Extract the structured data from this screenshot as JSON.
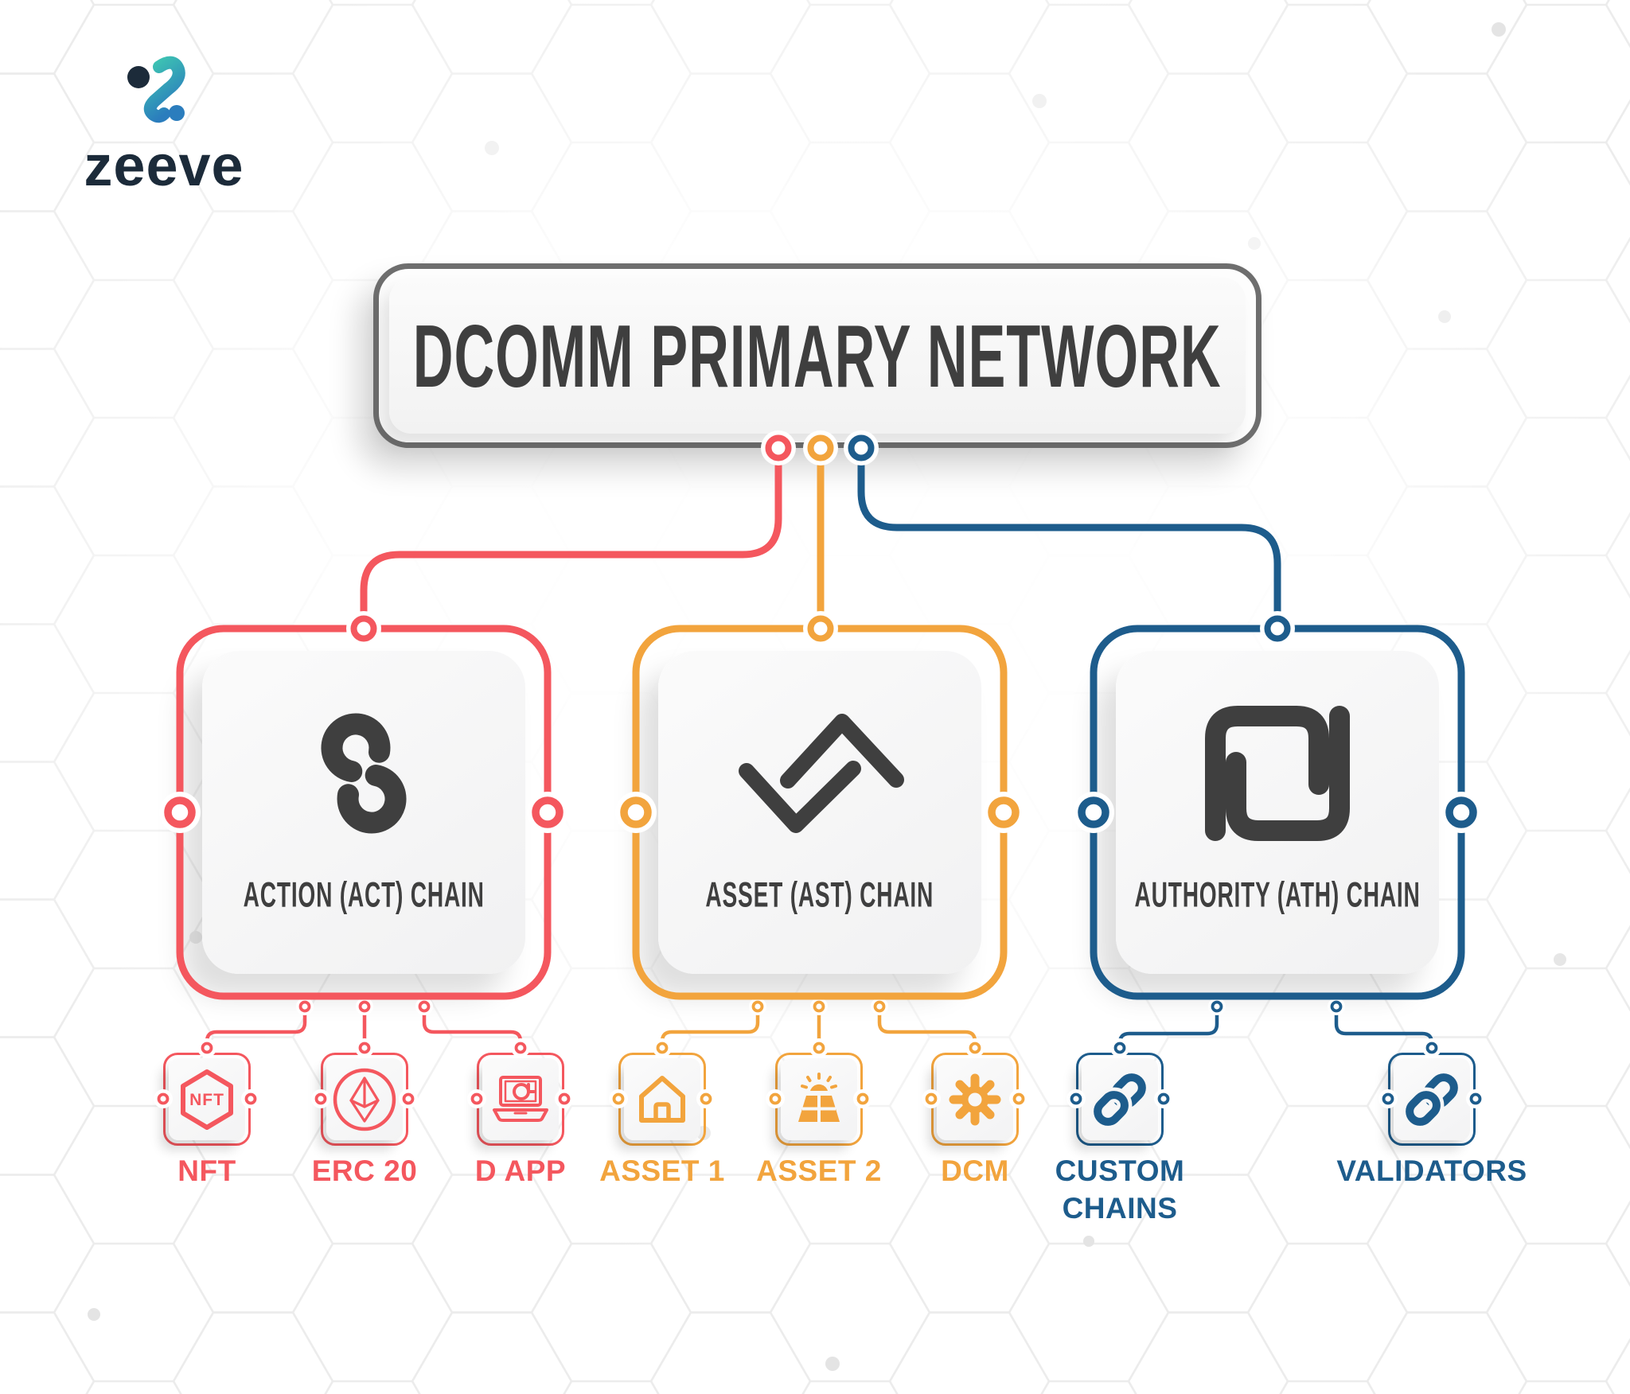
{
  "brand": {
    "wordmark": "zeeve"
  },
  "header": {
    "title": "DCOMM PRIMARY NETWORK"
  },
  "colors": {
    "action": "#F4575E",
    "asset": "#F2A43D",
    "authority": "#1D5C8C",
    "ink": "#3F3F3F",
    "border_gray": "#6E6E6E",
    "brand_navy": "#1C2B3A",
    "brand_teal": "#3EC6B2",
    "brand_blue": "#2B7DBD"
  },
  "chains": [
    {
      "label": "ACTION (ACT) CHAIN",
      "icon": "s-link-icon",
      "children": [
        {
          "label": "NFT",
          "icon": "nft-hexagon-icon",
          "icon_text": "NFT"
        },
        {
          "label": "ERC 20",
          "icon": "ethereum-icon"
        },
        {
          "label": "D APP",
          "icon": "dapp-laptop-icon",
          "icon_text": "d"
        }
      ]
    },
    {
      "label": "ASSET (AST) CHAIN",
      "icon": "zigzag-icon",
      "children": [
        {
          "label": "ASSET 1",
          "icon": "house-icon"
        },
        {
          "label": "ASSET 2",
          "icon": "solar-panel-icon"
        },
        {
          "label": "DCM",
          "icon": "gear-icon"
        }
      ]
    },
    {
      "label": "AUTHORITY (ATH) CHAIN",
      "icon": "shekel-icon",
      "children": [
        {
          "label": "CUSTOM CHAINS",
          "icon": "chain-link-icon"
        },
        {
          "label": "VALIDATORS",
          "icon": "chain-link-icon"
        }
      ]
    }
  ]
}
